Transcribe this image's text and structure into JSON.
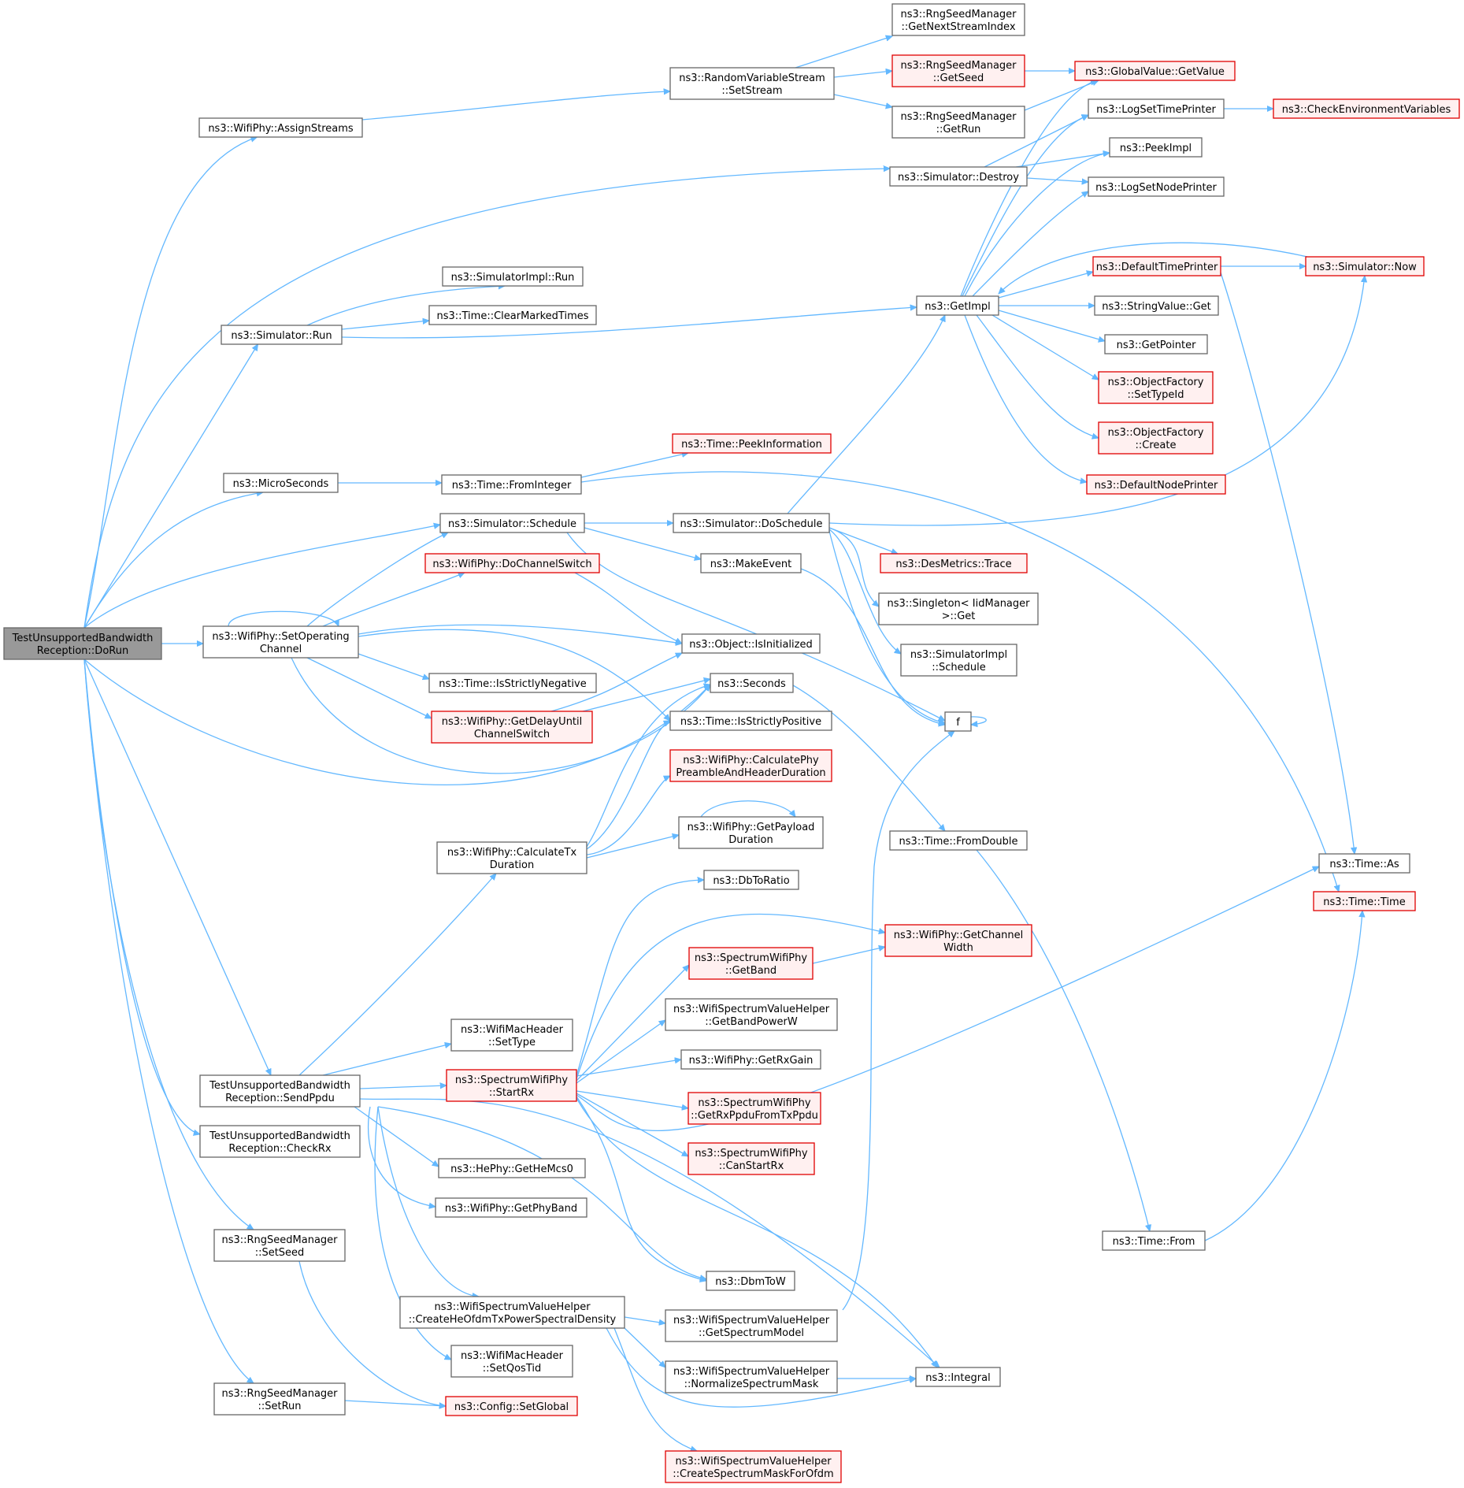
{
  "colors": {
    "edge": "#63b8ff",
    "node_border": "#666666",
    "red_border": "#e00000",
    "root_fill": "#999999",
    "red_fill": "#fff0f0"
  },
  "nodes": {
    "root": [
      "TestUnsupportedBandwidth",
      "Reception::DoRun"
    ],
    "assignStreams": [
      "ns3::WifiPhy::AssignStreams"
    ],
    "setStream": [
      "ns3::RandomVariableStream",
      "::SetStream"
    ],
    "getNextStreamIndex": [
      "ns3::RngSeedManager",
      "::GetNextStreamIndex"
    ],
    "getSeed": [
      "ns3::RngSeedManager",
      "::GetSeed"
    ],
    "getRun": [
      "ns3::RngSeedManager",
      "::GetRun"
    ],
    "globalGetValue": [
      "ns3::GlobalValue::GetValue"
    ],
    "logSetTimePrinter": [
      "ns3::LogSetTimePrinter"
    ],
    "checkEnv": [
      "ns3::CheckEnvironmentVariables"
    ],
    "peekImpl": [
      "ns3::PeekImpl"
    ],
    "logSetNodePrinter": [
      "ns3::LogSetNodePrinter"
    ],
    "destroy": [
      "ns3::Simulator::Destroy"
    ],
    "defaultTimePrinter": [
      "ns3::DefaultTimePrinter"
    ],
    "simNow": [
      "ns3::Simulator::Now"
    ],
    "implRun": [
      "ns3::SimulatorImpl::Run"
    ],
    "clearMarked": [
      "ns3::Time::ClearMarkedTimes"
    ],
    "simRun": [
      "ns3::Simulator::Run"
    ],
    "getImpl": [
      "ns3::GetImpl"
    ],
    "stringGet": [
      "ns3::StringValue::Get"
    ],
    "getPointer": [
      "ns3::GetPointer"
    ],
    "ofSetTypeId": [
      "ns3::ObjectFactory",
      "::SetTypeId"
    ],
    "ofCreate": [
      "ns3::ObjectFactory",
      "::Create"
    ],
    "defaultNodePrinter": [
      "ns3::DefaultNodePrinter"
    ],
    "peekInfo": [
      "ns3::Time::PeekInformation"
    ],
    "microSeconds": [
      "ns3::MicroSeconds"
    ],
    "fromInteger": [
      "ns3::Time::FromInteger"
    ],
    "schedule": [
      "ns3::Simulator::Schedule"
    ],
    "doSchedule": [
      "ns3::Simulator::DoSchedule"
    ],
    "desTrace": [
      "ns3::DesMetrics::Trace"
    ],
    "doChannelSwitch": [
      "ns3::WifiPhy::DoChannelSwitch"
    ],
    "makeEvent": [
      "ns3::MakeEvent"
    ],
    "singletonGet": [
      "ns3::Singleton< IidManager",
      ">::Get"
    ],
    "setOperating": [
      "ns3::WifiPhy::SetOperating",
      "Channel"
    ],
    "isInitialized": [
      "ns3::Object::IsInitialized"
    ],
    "implSchedule": [
      "ns3::SimulatorImpl",
      "::Schedule"
    ],
    "isStrictlyNegative": [
      "ns3::Time::IsStrictlyNegative"
    ],
    "seconds": [
      "ns3::Seconds"
    ],
    "getDelay": [
      "ns3::WifiPhy::GetDelayUntil",
      "ChannelSwitch"
    ],
    "isStrictlyPositive": [
      "ns3::Time::IsStrictlyPositive"
    ],
    "f": [
      "f"
    ],
    "calcPreamble": [
      "ns3::WifiPhy::CalculatePhy",
      "PreambleAndHeaderDuration"
    ],
    "getPayload": [
      "ns3::WifiPhy::GetPayload",
      "Duration"
    ],
    "calcTx": [
      "ns3::WifiPhy::CalculateTx",
      "Duration"
    ],
    "fromDouble": [
      "ns3::Time::FromDouble"
    ],
    "timeAs": [
      "ns3::Time::As"
    ],
    "dbToRatio": [
      "ns3::DbToRatio"
    ],
    "timeTime": [
      "ns3::Time::Time"
    ],
    "getChannelWidth": [
      "ns3::WifiPhy::GetChannel",
      "Width"
    ],
    "getBand": [
      "ns3::SpectrumWifiPhy",
      "::GetBand"
    ],
    "getBandPower": [
      "ns3::WifiSpectrumValueHelper",
      "::GetBandPowerW"
    ],
    "macSetType": [
      "ns3::WifiMacHeader",
      "::SetType"
    ],
    "getRxGain": [
      "ns3::WifiPhy::GetRxGain"
    ],
    "sendPpdu": [
      "TestUnsupportedBandwidth",
      "Reception::SendPpdu"
    ],
    "startRx": [
      "ns3::SpectrumWifiPhy",
      "::StartRx"
    ],
    "getRxPpdu": [
      "ns3::SpectrumWifiPhy",
      "::GetRxPpduFromTxPpdu"
    ],
    "checkRx": [
      "TestUnsupportedBandwidth",
      "Reception::CheckRx"
    ],
    "canStartRx": [
      "ns3::SpectrumWifiPhy",
      "::CanStartRx"
    ],
    "getHeMcs0": [
      "ns3::HePhy::GetHeMcs0"
    ],
    "getPhyBand": [
      "ns3::WifiPhy::GetPhyBand"
    ],
    "timeFrom": [
      "ns3::Time::From"
    ],
    "setSeed": [
      "ns3::RngSeedManager",
      "::SetSeed"
    ],
    "dbmToW": [
      "ns3::DbmToW"
    ],
    "createHe": [
      "ns3::WifiSpectrumValueHelper",
      "::CreateHeOfdmTxPowerSpectralDensity"
    ],
    "getSpectrumModel": [
      "ns3::WifiSpectrumValueHelper",
      "::GetSpectrumModel"
    ],
    "setQosTid": [
      "ns3::WifiMacHeader",
      "::SetQosTid"
    ],
    "normalize": [
      "ns3::WifiSpectrumValueHelper",
      "::NormalizeSpectrumMask"
    ],
    "integral": [
      "ns3::Integral"
    ],
    "setRun": [
      "ns3::RngSeedManager",
      "::SetRun"
    ],
    "configSetGlobal": [
      "ns3::Config::SetGlobal"
    ],
    "createMask": [
      "ns3::WifiSpectrumValueHelper",
      "::CreateSpectrumMaskForOfdm"
    ]
  }
}
